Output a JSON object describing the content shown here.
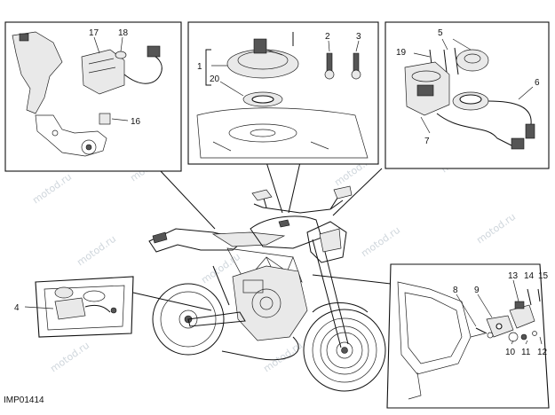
{
  "diagram": {
    "code": "IMP01414",
    "watermark": "motod.ru",
    "callouts": {
      "c1": "1",
      "c2": "2",
      "c3": "3",
      "c4": "4",
      "c5": "5",
      "c6": "6",
      "c7": "7",
      "c8": "8",
      "c9": "9",
      "c10": "10",
      "c11": "11",
      "c12": "12",
      "c13": "13",
      "c14": "14",
      "c15": "15",
      "c16": "16",
      "c17": "17",
      "c18": "18",
      "c19": "19",
      "c20": "20"
    },
    "colors": {
      "line": "#111111",
      "watermark": "#cfd6dc",
      "fill": "#e9e9e9"
    }
  }
}
